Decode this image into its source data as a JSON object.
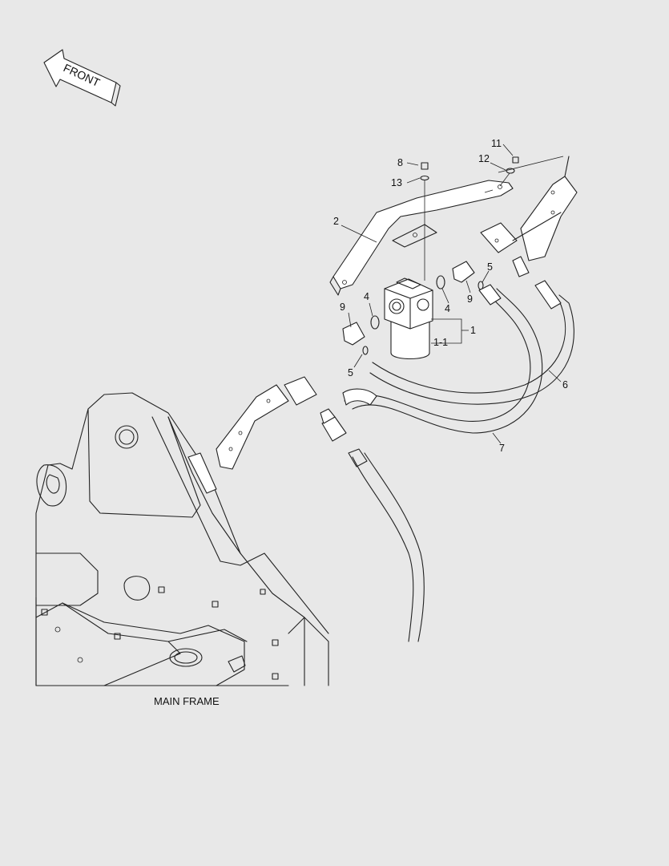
{
  "diagram": {
    "front_label": "FRONT",
    "main_frame_label": "MAIN FRAME",
    "callouts": {
      "c1": "1",
      "c1_1": "1-1",
      "c2": "2",
      "c4a": "4",
      "c4b": "4",
      "c5a": "5",
      "c5b": "5",
      "c6": "6",
      "c7": "7",
      "c8": "8",
      "c9a": "9",
      "c9b": "9",
      "c11": "11",
      "c12": "12",
      "c13": "13"
    }
  }
}
